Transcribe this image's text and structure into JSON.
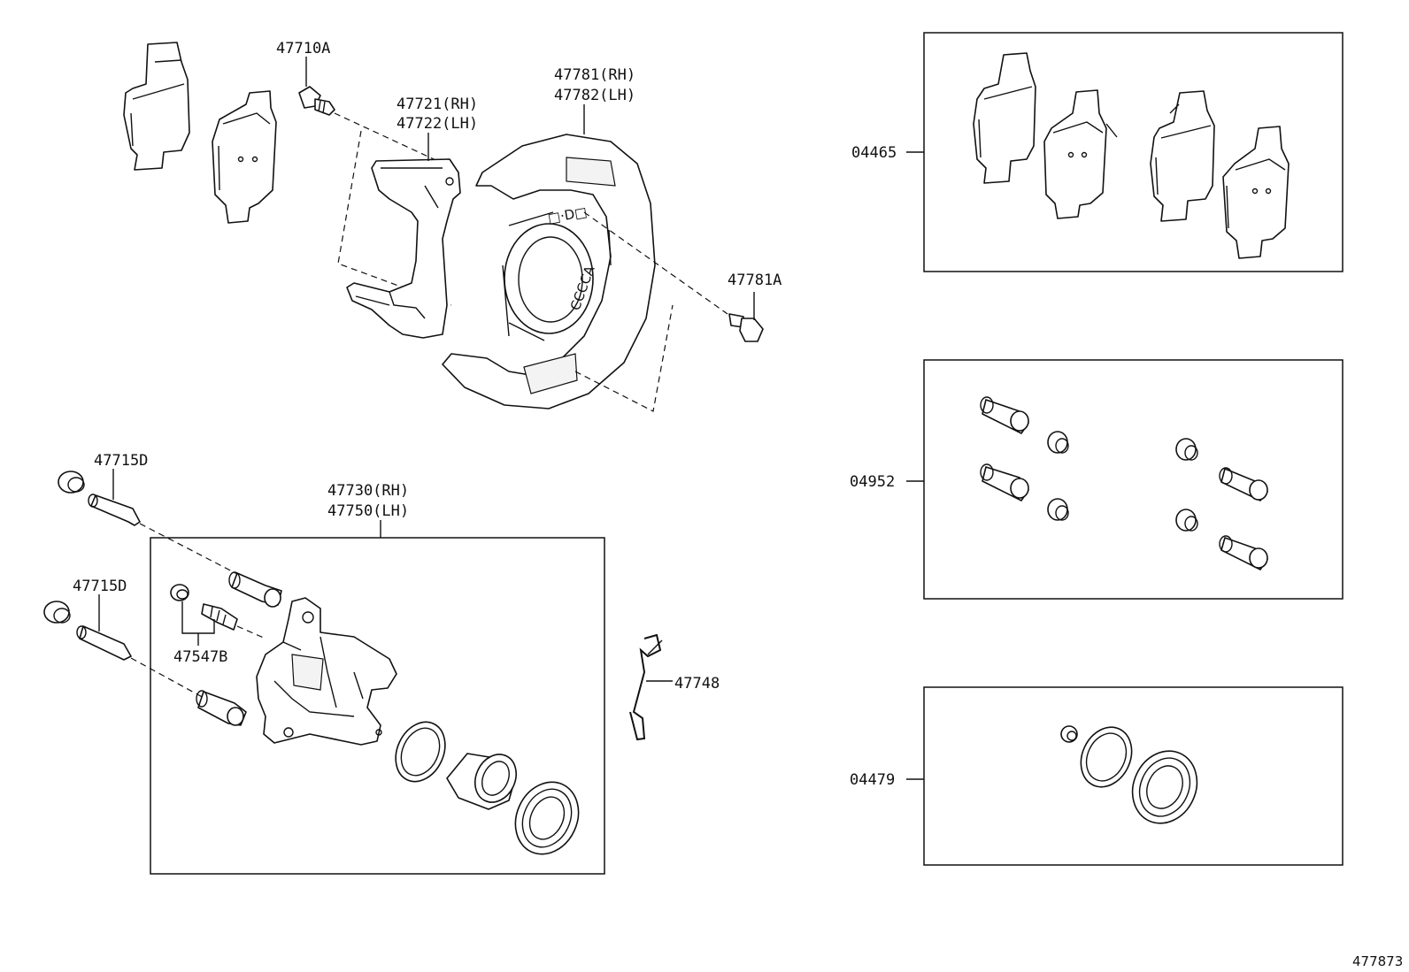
{
  "labels": {
    "p47710A": "47710A",
    "p47721": "47721(RH)",
    "p47722": "47722(LH)",
    "p47781": "47781(RH)",
    "p47782": "47782(LH)",
    "p47781A": "47781A",
    "p47715D_a": "47715D",
    "p47715D_b": "47715D",
    "p47730": "47730(RH)",
    "p47750": "47750(LH)",
    "p47547B": "47547B",
    "p47748": "47748",
    "p04465": "04465",
    "p04952": "04952",
    "p04479": "04479"
  },
  "diagram_ref": "477873"
}
